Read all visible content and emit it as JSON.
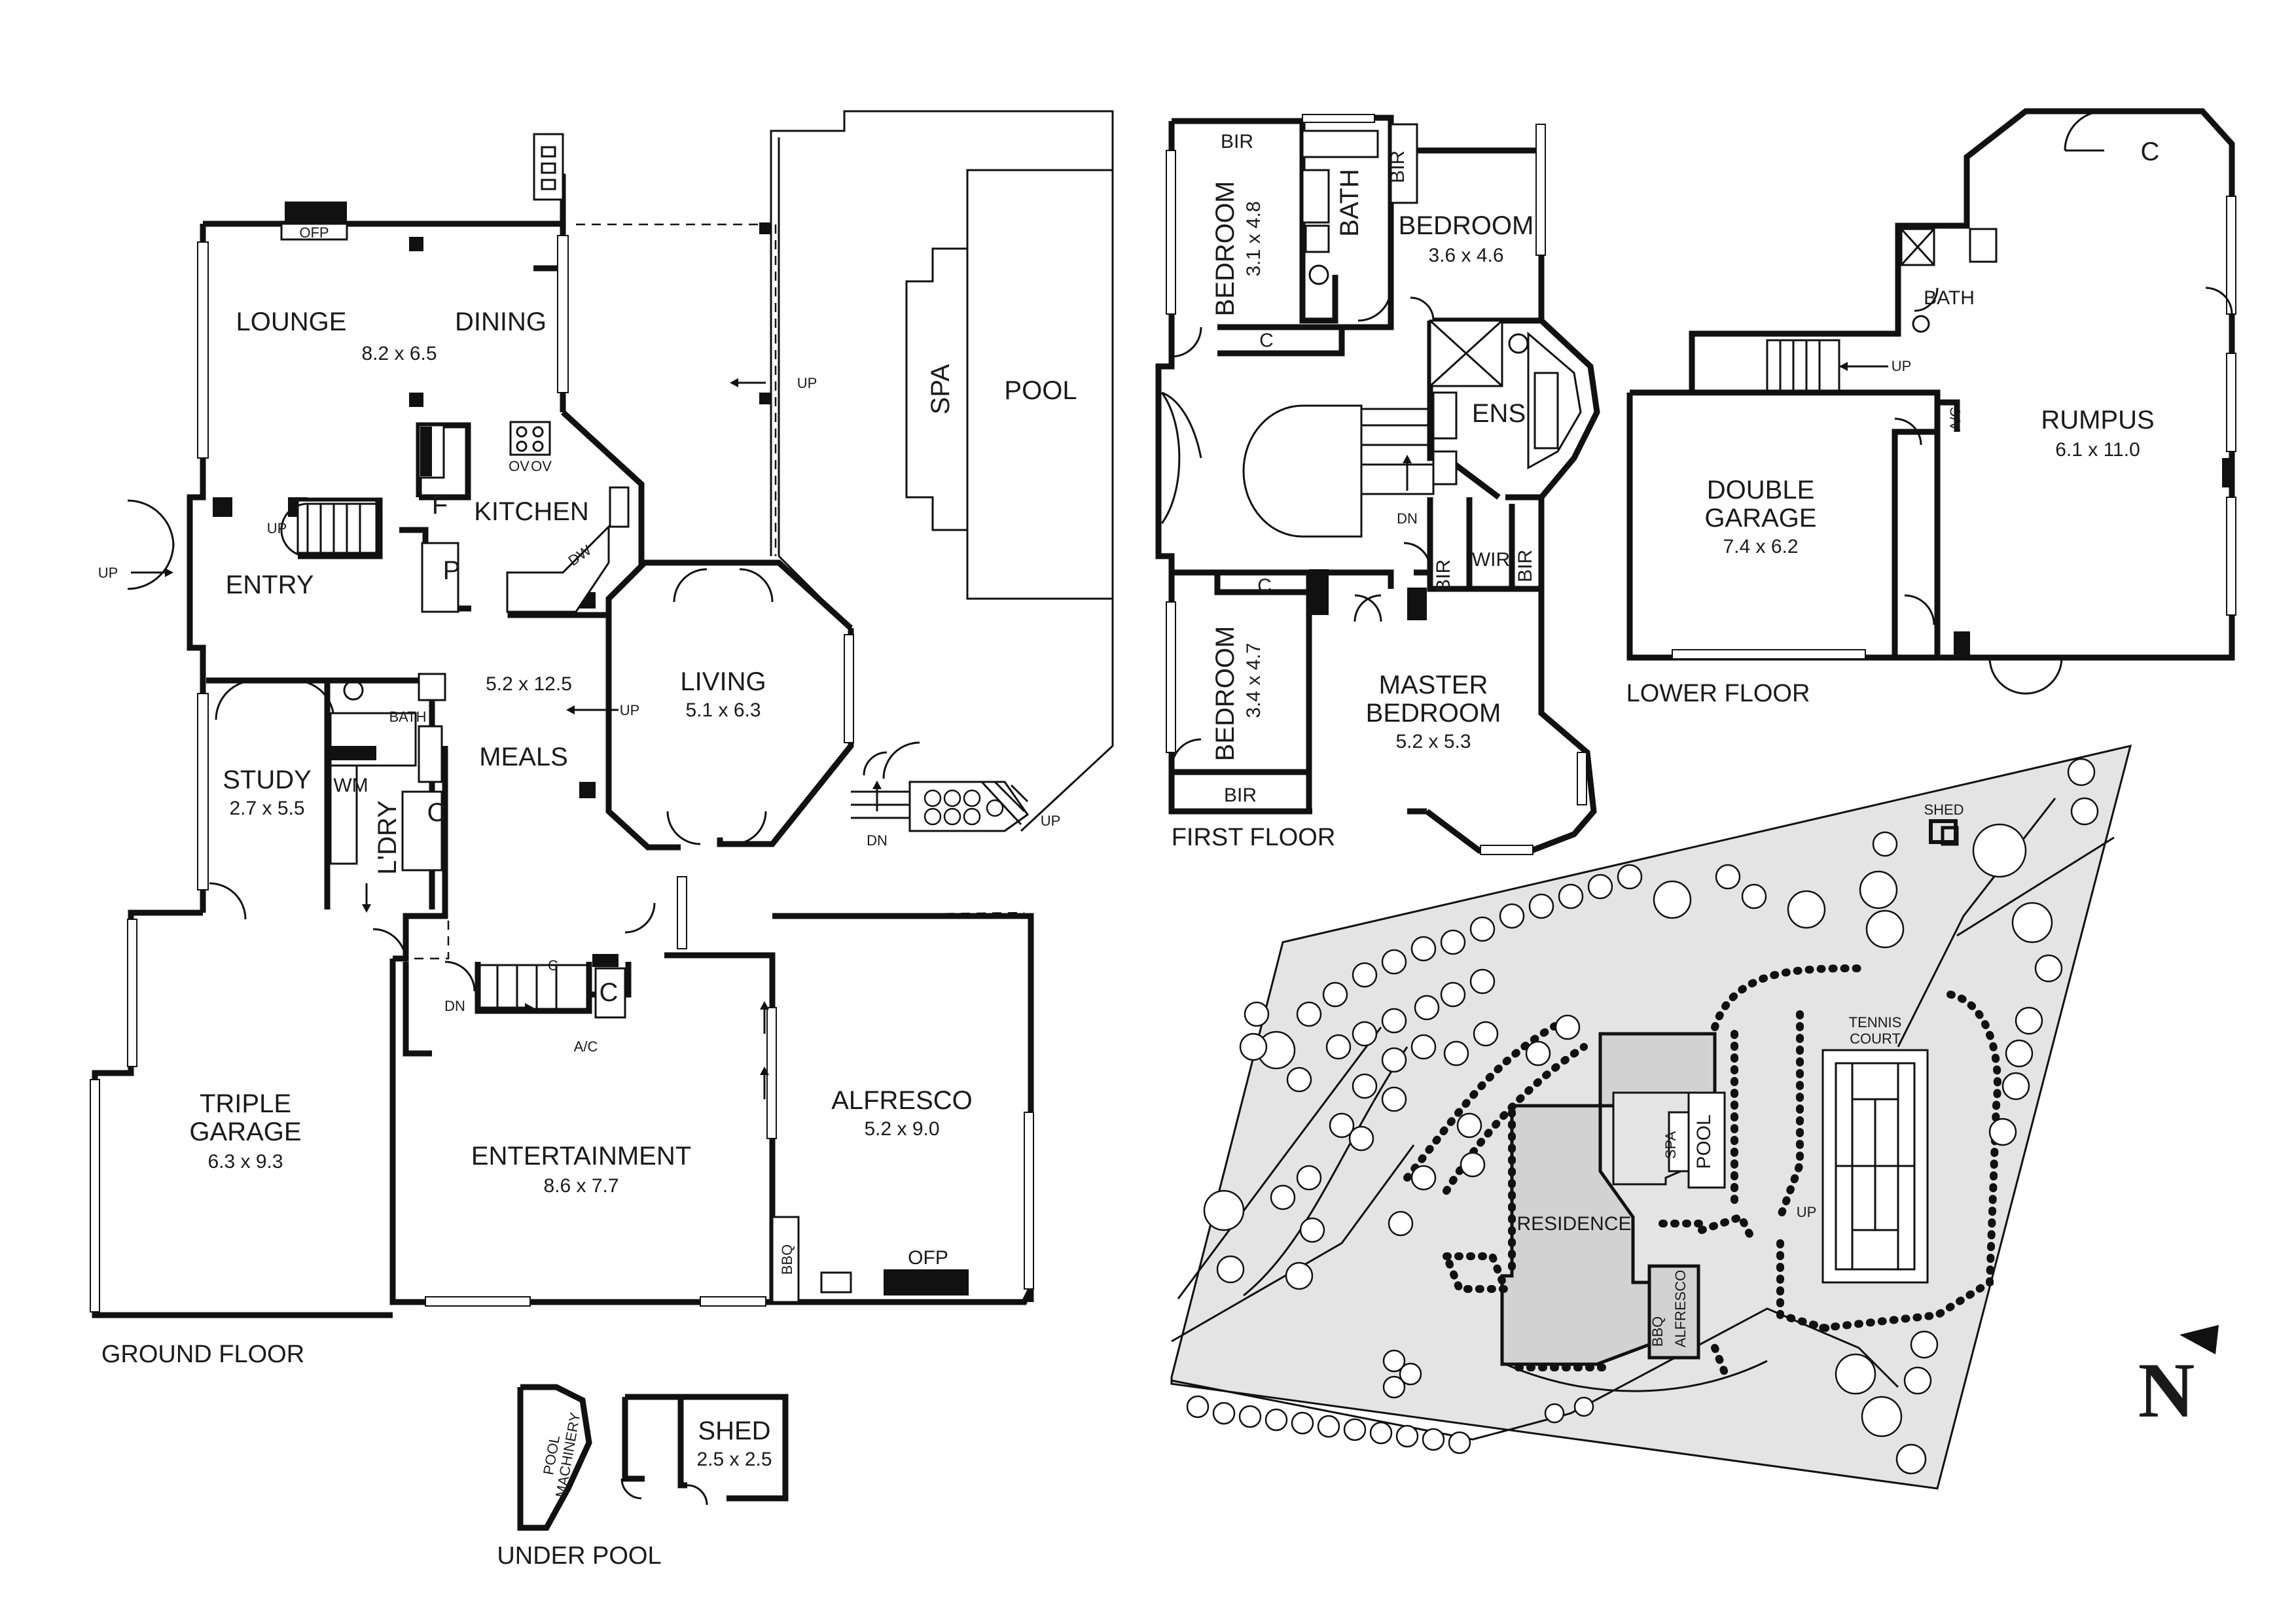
{
  "ground_floor": {
    "label": "GROUND FLOOR",
    "rooms": {
      "lounge": {
        "name": "LOUNGE"
      },
      "dining": {
        "name": "DINING"
      },
      "lounge_dining_size": "8.2 x 6.5",
      "ofp": "OFP",
      "kitchen": {
        "name": "KITCHEN"
      },
      "f": "F",
      "p": "P",
      "ov1": "OV",
      "ov2": "OV",
      "dw": "DW",
      "entry": {
        "name": "ENTRY"
      },
      "meals": {
        "name": "MEALS",
        "size": "5.2 x 12.5"
      },
      "living": {
        "name": "LIVING",
        "size": "5.1 x 6.3"
      },
      "study": {
        "name": "STUDY",
        "size": "2.7 x 5.5"
      },
      "bath": "BATH",
      "wm": "WM",
      "ldry": "L'DRY",
      "c1": "C",
      "c2": "C",
      "c3": "C",
      "ac": "A/C",
      "triple_garage": {
        "name1": "TRIPLE",
        "name2": "GARAGE",
        "size": "6.3 x 9.3"
      },
      "entertainment": {
        "name": "ENTERTAINMENT",
        "size": "8.6 x 7.7"
      },
      "alfresco": {
        "name": "ALFRESCO",
        "size": "5.2 x 9.0"
      },
      "bbq": "BBQ",
      "ofp2": "OFP",
      "spa": "SPA",
      "pool": "POOL"
    },
    "stairs": {
      "up1": "UP",
      "up2": "UP",
      "up3": "UP",
      "up4": "UP",
      "up5": "UP",
      "dn1": "DN",
      "dn2": "DN"
    }
  },
  "first_floor": {
    "label": "FIRST FLOOR",
    "rooms": {
      "bir1": "BIR",
      "bir2": "BIR",
      "bir3": "BIR",
      "bir4": "BIR",
      "bir5": "BIR",
      "bedroom1": {
        "name": "BEDROOM",
        "size": "3.1 x 4.8"
      },
      "bath": "BATH",
      "bedroom2": {
        "name": "BEDROOM",
        "size": "3.6 x 4.6"
      },
      "c1": "C",
      "c2": "C",
      "ens": "ENS",
      "dn": "DN",
      "wir": "WIR",
      "bedroom3": {
        "name": "BEDROOM",
        "size": "3.4 x 4.7"
      },
      "master": {
        "name1": "MASTER",
        "name2": "BEDROOM",
        "size": "5.2 x 5.3"
      }
    }
  },
  "lower_floor": {
    "label": "LOWER FLOOR",
    "rooms": {
      "c": "C",
      "bath": "BATH",
      "up": "UP",
      "ac": "A/C",
      "double_garage": {
        "name1": "DOUBLE",
        "name2": "GARAGE",
        "size": "7.4 x 6.2"
      },
      "rumpus": {
        "name": "RUMPUS",
        "size": "6.1 x 11.0"
      }
    }
  },
  "under_pool": {
    "label": "UNDER POOL",
    "pool_machinery1": "POOL",
    "pool_machinery2": "MACHINERY",
    "shed": {
      "name": "SHED",
      "size": "2.5 x 2.5"
    }
  },
  "site_plan": {
    "shed": "SHED",
    "tennis1": "TENNIS",
    "tennis2": "COURT",
    "spa": "SPA",
    "pool": "POOL",
    "up": "UP",
    "residence": "RESIDENCE",
    "bbq": "BBQ",
    "alfresco": "ALFRESCO",
    "north": "N"
  }
}
